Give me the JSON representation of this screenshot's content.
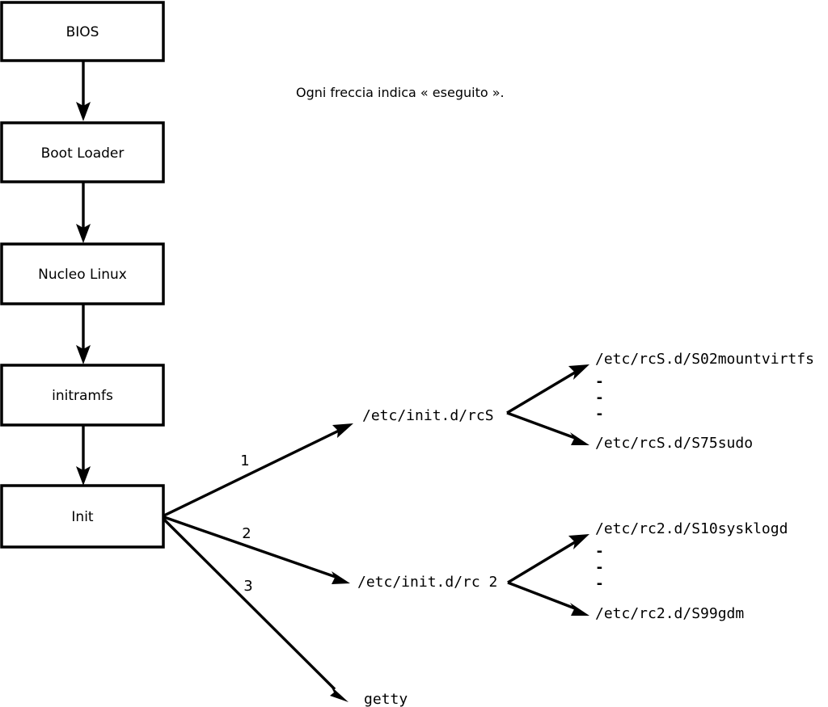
{
  "diagram": {
    "title_note": "Ogni freccia indica « eseguito ».",
    "boot_chain": [
      {
        "id": "bios",
        "label": "BIOS"
      },
      {
        "id": "bootloader",
        "label": "Boot Loader"
      },
      {
        "id": "kernel",
        "label": "Nucleo Linux"
      },
      {
        "id": "initramfs",
        "label": "initramfs"
      },
      {
        "id": "init",
        "label": "Init"
      }
    ],
    "init_branches": [
      {
        "number": "1",
        "label": "/etc/init.d/rcS"
      },
      {
        "number": "2",
        "label": "/etc/init.d/rc 2"
      },
      {
        "number": "3",
        "label": "getty"
      }
    ],
    "rcs_scripts": {
      "first": "/etc/rcS.d/S02mountvirtfs",
      "ellipsis": [
        "-",
        "-",
        "-"
      ],
      "last": "/etc/rcS.d/S75sudo"
    },
    "rc2_scripts": {
      "first": "/etc/rc2.d/S10sysklogd",
      "ellipsis": [
        "-",
        "-",
        "-"
      ],
      "last": "/etc/rc2.d/S99gdm"
    },
    "colors": {
      "stroke": "#000000",
      "fill": "#ffffff",
      "text": "#000000"
    }
  }
}
